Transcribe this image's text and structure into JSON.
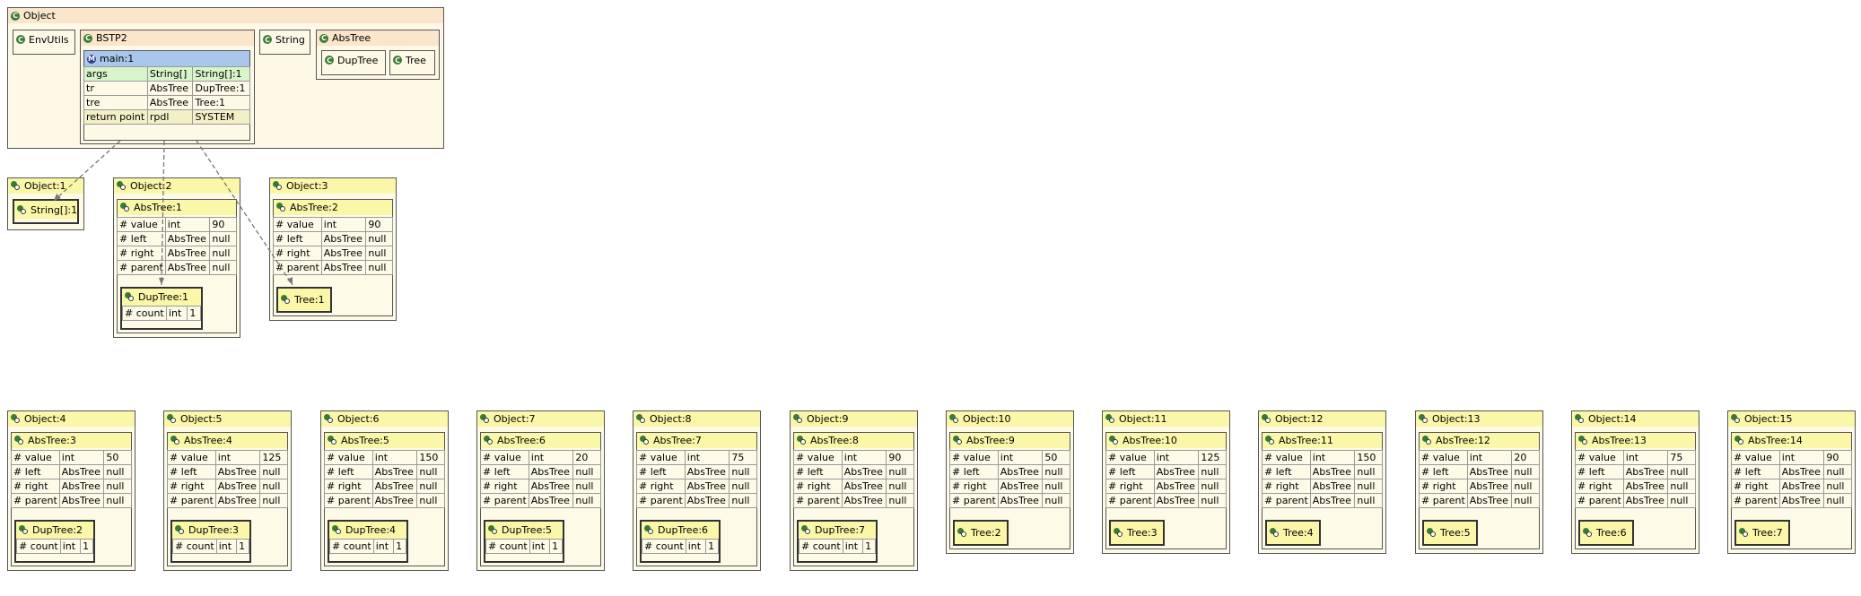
{
  "outer_label": "Object",
  "classes": {
    "envutils": "EnvUtils",
    "bstp2": "BSTP2",
    "string": "String",
    "abstree": "AbsTree",
    "duptree": "DupTree",
    "tree": "Tree"
  },
  "frame": {
    "label": "main:1",
    "rows": [
      [
        "args",
        "String[]",
        "String[]:1"
      ],
      [
        "tr",
        "AbsTree",
        "DupTree:1"
      ],
      [
        "tre",
        "AbsTree",
        "Tree:1"
      ],
      [
        "return point",
        "rpdl",
        "SYSTEM"
      ]
    ]
  },
  "top_objects": {
    "o1": {
      "label": "Object:1",
      "inner": "String[]:1"
    },
    "o2": {
      "label": "Object:2",
      "abs": "AbsTree:1",
      "value": "90",
      "sub": "DupTree:1",
      "count": "1"
    },
    "o3": {
      "label": "Object:3",
      "abs": "AbsTree:2",
      "value": "90",
      "sub": "Tree:1"
    }
  },
  "field_names": {
    "value": "# value",
    "left": "# left",
    "right": "# right",
    "parent": "# parent",
    "count": "# count"
  },
  "field_types": {
    "int": "int",
    "abstree": "AbsTree"
  },
  "null_text": "null",
  "bottom_objects": [
    {
      "label": "Object:4",
      "abs": "AbsTree:3",
      "value": "50",
      "sub": "DupTree:2",
      "count": "1"
    },
    {
      "label": "Object:5",
      "abs": "AbsTree:4",
      "value": "125",
      "sub": "DupTree:3",
      "count": "1"
    },
    {
      "label": "Object:6",
      "abs": "AbsTree:5",
      "value": "150",
      "sub": "DupTree:4",
      "count": "1"
    },
    {
      "label": "Object:7",
      "abs": "AbsTree:6",
      "value": "20",
      "sub": "DupTree:5",
      "count": "1"
    },
    {
      "label": "Object:8",
      "abs": "AbsTree:7",
      "value": "75",
      "sub": "DupTree:6",
      "count": "1"
    },
    {
      "label": "Object:9",
      "abs": "AbsTree:8",
      "value": "90",
      "sub": "DupTree:7",
      "count": "1"
    },
    {
      "label": "Object:10",
      "abs": "AbsTree:9",
      "value": "50",
      "sub": "Tree:2"
    },
    {
      "label": "Object:11",
      "abs": "AbsTree:10",
      "value": "125",
      "sub": "Tree:3"
    },
    {
      "label": "Object:12",
      "abs": "AbsTree:11",
      "value": "150",
      "sub": "Tree:4"
    },
    {
      "label": "Object:13",
      "abs": "AbsTree:12",
      "value": "20",
      "sub": "Tree:5"
    },
    {
      "label": "Object:14",
      "abs": "AbsTree:13",
      "value": "75",
      "sub": "Tree:6"
    },
    {
      "label": "Object:15",
      "abs": "AbsTree:14",
      "value": "90",
      "sub": "Tree:7"
    }
  ]
}
